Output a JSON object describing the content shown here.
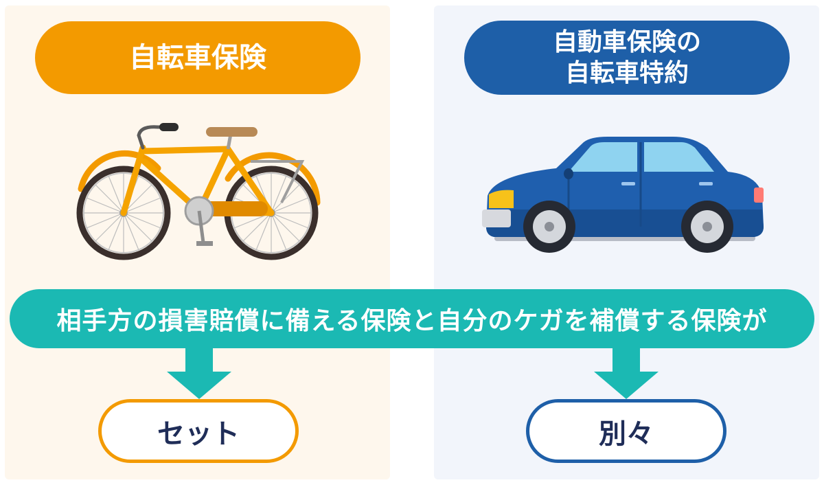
{
  "left": {
    "title": "自転車保険",
    "result": "セット",
    "illustration": "bicycle-illustration"
  },
  "right": {
    "title_line1": "自動車保険の",
    "title_line2": "自転車特約",
    "result": "別々",
    "illustration": "car-illustration"
  },
  "banner": {
    "text": "相手方の損害賠償に備える保険と自分のケガを補償する保険が"
  },
  "colors": {
    "orange": "#f39a00",
    "blue": "#1e5fa8",
    "teal": "#1bb9b3",
    "navy_text": "#1f2d58"
  }
}
